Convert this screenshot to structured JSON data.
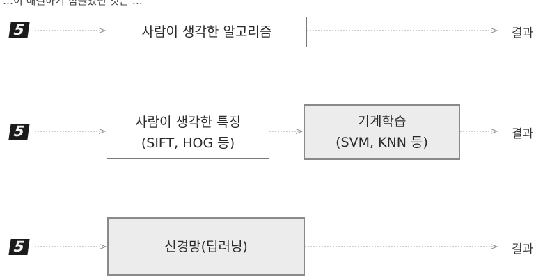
{
  "header_clipped_text": "…이 해결하기 힘들었던 것은 …",
  "input_label": "5",
  "rows": [
    {
      "boxes": [
        {
          "lines": [
            "사람이 생각한 알고리즘"
          ]
        }
      ],
      "result": "결과"
    },
    {
      "boxes": [
        {
          "lines": [
            "사람이 생각한 특징",
            "(SIFT, HOG 등)"
          ]
        },
        {
          "lines": [
            "기계학습",
            "(SVM, KNN 등)"
          ]
        }
      ],
      "result": "결과"
    },
    {
      "boxes": [
        {
          "lines": [
            "신경망(딥러닝)"
          ]
        }
      ],
      "result": "결과"
    }
  ],
  "colors": {
    "arrow": "#9a9a9a",
    "box_border": "#7a7a7a",
    "shaded_fill": "#ececec",
    "digit_bg": "#1b1b1b"
  }
}
